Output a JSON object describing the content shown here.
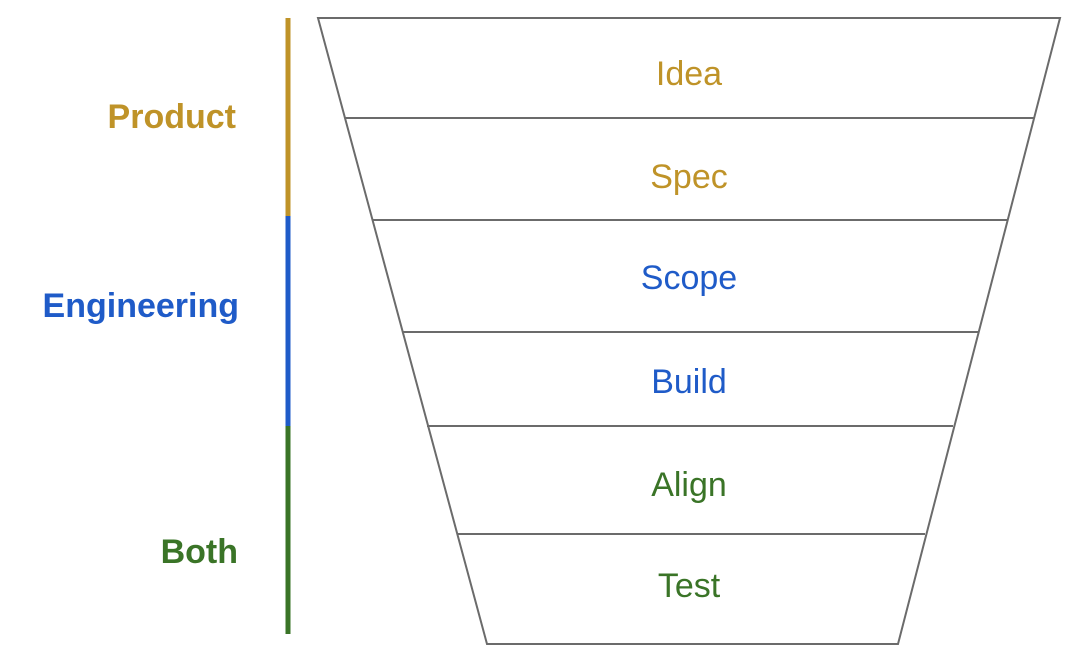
{
  "colors": {
    "product": "#bf9328",
    "engineering": "#1f5bc8",
    "both": "#3a7427",
    "outline": "#6b6b6b"
  },
  "groups": [
    {
      "label": "Product",
      "color": "#bf9328"
    },
    {
      "label": "Engineering",
      "color": "#1f5bc8"
    },
    {
      "label": "Both",
      "color": "#3a7427"
    }
  ],
  "stages": [
    {
      "label": "Idea",
      "group": 0
    },
    {
      "label": "Spec",
      "group": 0
    },
    {
      "label": "Scope",
      "group": 1
    },
    {
      "label": "Build",
      "group": 1
    },
    {
      "label": "Align",
      "group": 2
    },
    {
      "label": "Test",
      "group": 2
    }
  ]
}
